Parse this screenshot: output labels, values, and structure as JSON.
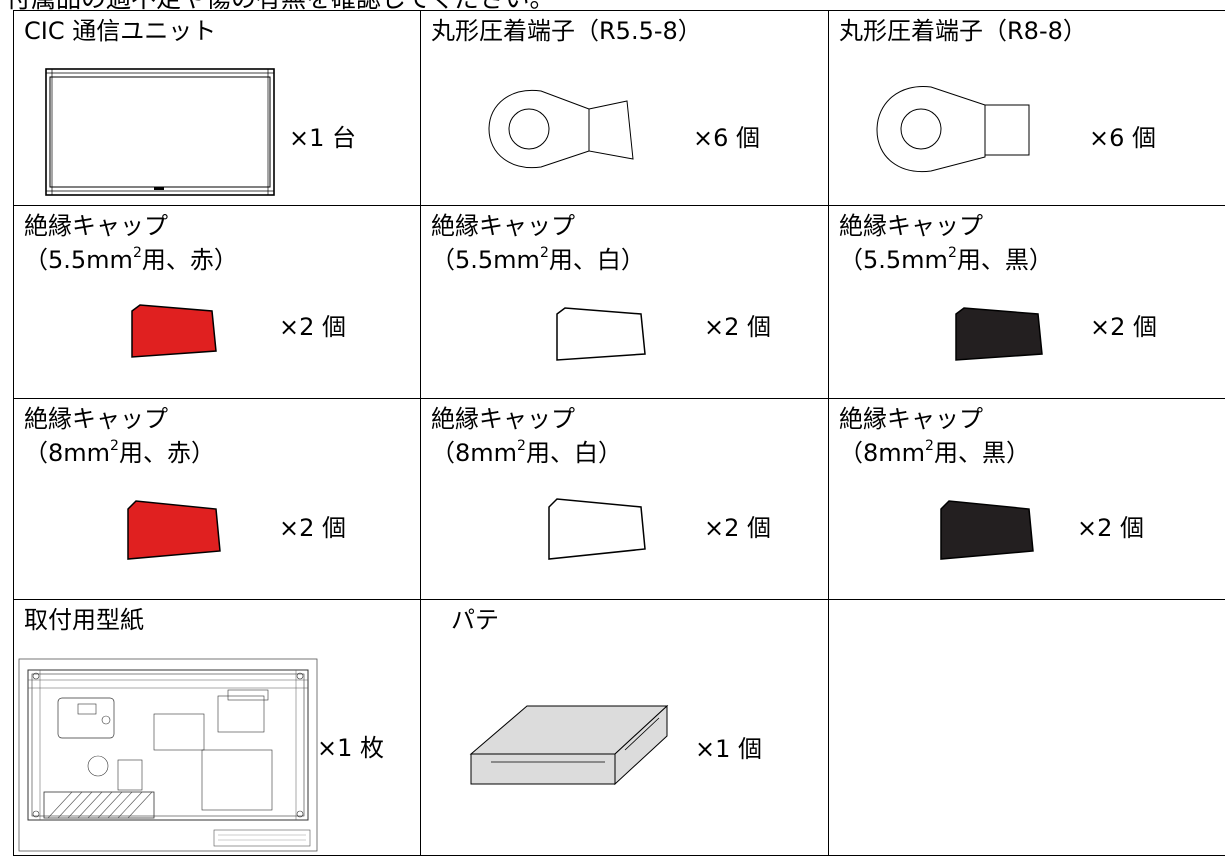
{
  "header_text": "付属品の過不足や傷の有無を確認してください。",
  "colors": {
    "red_cap": "#e02020",
    "white_cap": "#ffffff",
    "black_cap": "#231f20",
    "putty": "#dcdcdc"
  },
  "cells": [
    {
      "title": "CIC 通信ユニット",
      "qty": "×1 台",
      "icon": "communication-unit-icon"
    },
    {
      "title": "丸形圧着端子（R5.5-8）",
      "qty": "×6 個",
      "icon": "ring-terminal-icon"
    },
    {
      "title": "丸形圧着端子（R8-8）",
      "qty": "×6 個",
      "icon": "ring-terminal-icon"
    },
    {
      "title": "絶縁キャップ",
      "spec_a": "（5.5mm",
      "spec_sup": "2",
      "spec_b": "用、赤）",
      "qty": "×2 個",
      "icon": "insulation-cap-icon"
    },
    {
      "title": "絶縁キャップ",
      "spec_a": "（5.5mm",
      "spec_sup": "2",
      "spec_b": "用、白）",
      "qty": "×2 個",
      "icon": "insulation-cap-icon"
    },
    {
      "title": "絶縁キャップ",
      "spec_a": "（5.5mm",
      "spec_sup": "2",
      "spec_b": "用、黒）",
      "qty": "×2 個",
      "icon": "insulation-cap-icon"
    },
    {
      "title": "絶縁キャップ",
      "spec_a": "（8mm",
      "spec_sup": "2",
      "spec_b": "用、赤）",
      "qty": "×2 個",
      "icon": "insulation-cap-icon"
    },
    {
      "title": "絶縁キャップ",
      "spec_a": "（8mm",
      "spec_sup": "2",
      "spec_b": "用、白）",
      "qty": "×2 個",
      "icon": "insulation-cap-icon"
    },
    {
      "title": "絶縁キャップ",
      "spec_a": "（8mm",
      "spec_sup": "2",
      "spec_b": "用、黒）",
      "qty": "×2 個",
      "icon": "insulation-cap-icon"
    },
    {
      "title": "取付用型紙",
      "qty": "×1 枚",
      "icon": "mounting-template-icon"
    },
    {
      "title": "パテ",
      "qty": "×1 個",
      "icon": "putty-icon"
    }
  ]
}
